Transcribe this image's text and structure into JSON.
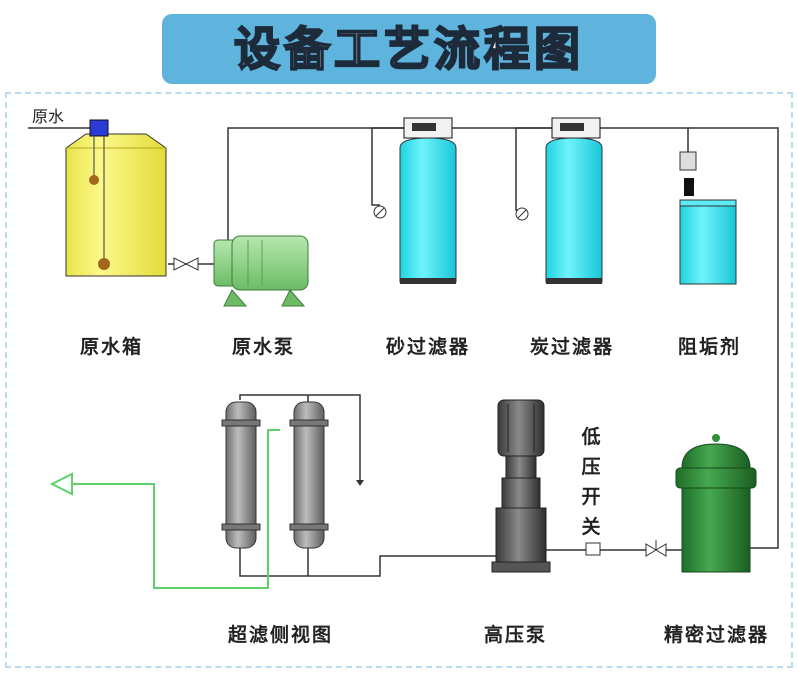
{
  "title": "设备工艺流程图",
  "inlet_label": "原水",
  "equipment": {
    "raw_water_tank": "原水箱",
    "raw_water_pump": "原水泵",
    "sand_filter": "砂过滤器",
    "carbon_filter": "炭过滤器",
    "antiscalant": "阻垢剂",
    "uf_side_view": "超滤侧视图",
    "high_pressure_pump": "高压泵",
    "precision_filter": "精密过滤器"
  },
  "low_pressure_switch": [
    "低",
    "压",
    "开",
    "关"
  ],
  "colors": {
    "title_bg": "#5eb4dc",
    "tank_yellow": "#f7f26a",
    "pump_green": "#8fd08a",
    "filter_cyan": "#33e3ef",
    "precision_green": "#2f8f3a",
    "product_line": "#5fd06b"
  }
}
